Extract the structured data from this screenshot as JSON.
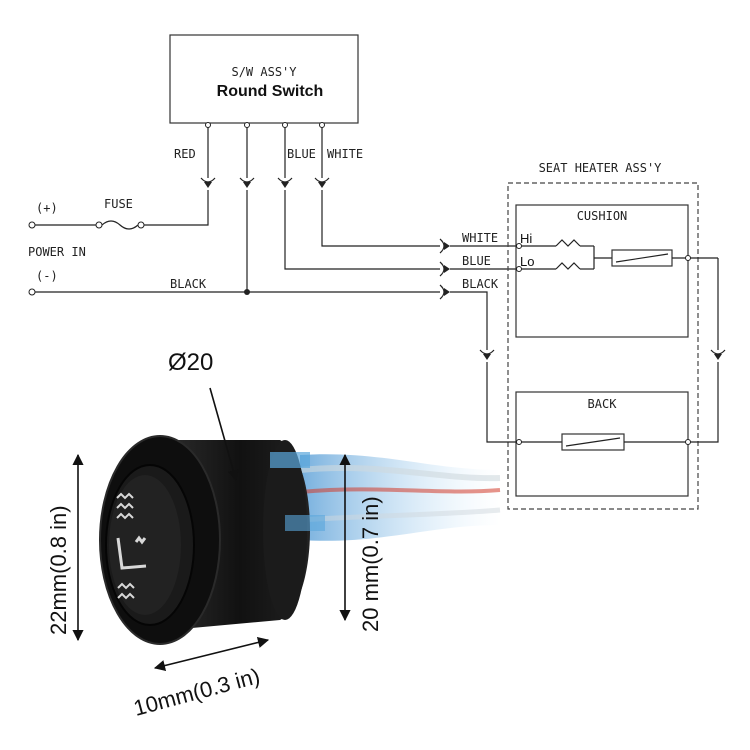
{
  "switch_box": {
    "line1": "S/W ASS'Y",
    "line2": "Round Switch"
  },
  "switch_wires": {
    "red": "RED",
    "blue": "BLUE",
    "white": "WHITE"
  },
  "power": {
    "plus": "(+)",
    "minus": "(-)",
    "label": "POWER IN",
    "fuse": "FUSE",
    "ground": "BLACK"
  },
  "heater": {
    "title": "SEAT HEATER ASS'Y",
    "cushion": "CUSHION",
    "back": "BACK",
    "wire_white": "WHITE",
    "wire_blue": "BLUE",
    "wire_black": "BLACK",
    "hi": "Hi",
    "lo": "Lo"
  },
  "dimensions": {
    "diameter": "Ø20",
    "height_left": "22mm(0.8 in)",
    "height_right": "20 mm(0.7 in)",
    "depth": "10mm(0.3 in)"
  },
  "colors": {
    "switch_body": "#141414",
    "wire_blue": "#4fa3e0",
    "wire_red": "#d23a2a"
  },
  "icons": [
    "heat-wave-icon",
    "heated-seat-icon"
  ]
}
